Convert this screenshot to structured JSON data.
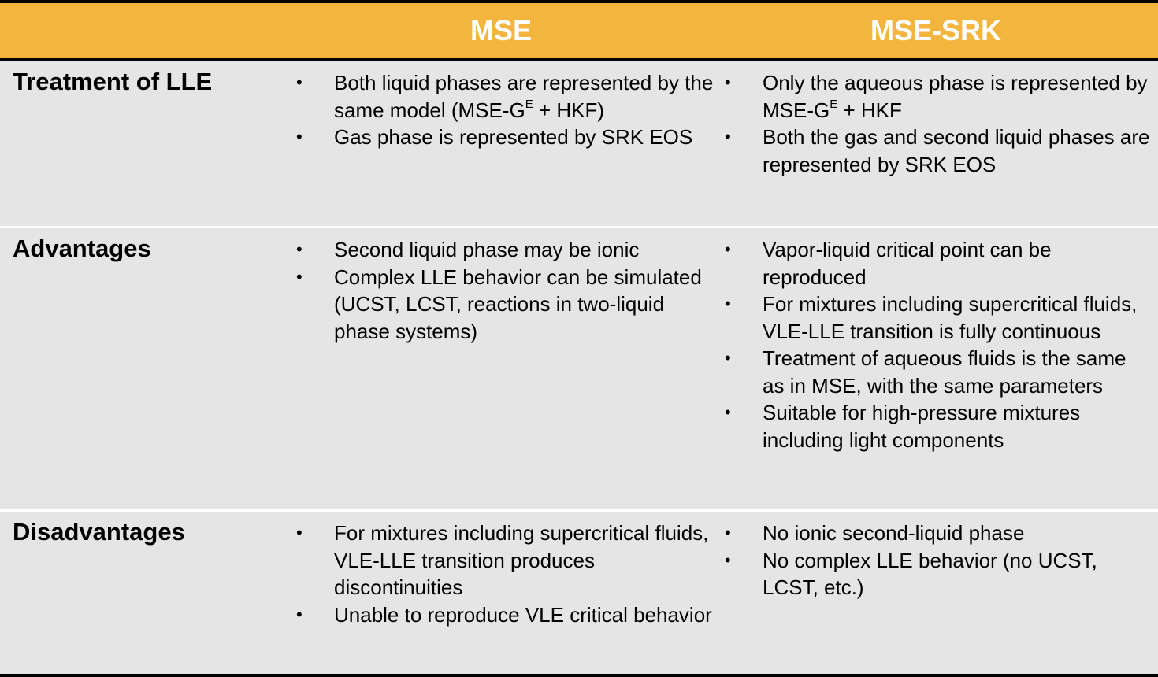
{
  "header": {
    "col1": "",
    "col2": "MSE",
    "col3": "MSE-SRK"
  },
  "rows": [
    {
      "label": "Treatment of LLE",
      "mse": [
        {
          "pre": "Both liquid phases are represented by the same model (MSE-G",
          "sup": "E",
          "post": " + HKF)"
        },
        {
          "pre": "Gas phase is represented by SRK EOS",
          "sup": "",
          "post": ""
        }
      ],
      "srk": [
        {
          "pre": "Only the aqueous phase is represented by MSE-G",
          "sup": "E",
          "post": " + HKF"
        },
        {
          "pre": "Both the gas and second liquid phases are represented by SRK EOS",
          "sup": "",
          "post": ""
        }
      ]
    },
    {
      "label": "Advantages",
      "mse": [
        {
          "pre": "Second liquid phase may be ionic",
          "sup": "",
          "post": ""
        },
        {
          "pre": "Complex LLE behavior can be simulated (UCST, LCST, reactions in two-liquid phase systems)",
          "sup": "",
          "post": ""
        }
      ],
      "srk": [
        {
          "pre": "Vapor-liquid critical point can be reproduced",
          "sup": "",
          "post": ""
        },
        {
          "pre": "For mixtures including supercritical fluids, VLE-LLE transition is fully continuous",
          "sup": "",
          "post": ""
        },
        {
          "pre": "Treatment of aqueous fluids is the same as in MSE, with the same parameters",
          "sup": "",
          "post": ""
        },
        {
          "pre": "Suitable for high-pressure mixtures including light components",
          "sup": "",
          "post": ""
        }
      ]
    },
    {
      "label": "Disadvantages",
      "mse": [
        {
          "pre": "For mixtures including supercritical fluids, VLE-LLE transition produces discontinuities",
          "sup": "",
          "post": ""
        },
        {
          "pre": "Unable to reproduce VLE critical behavior",
          "sup": "",
          "post": ""
        }
      ],
      "srk": [
        {
          "pre": "No ionic second-liquid phase",
          "sup": "",
          "post": ""
        },
        {
          "pre": "No complex LLE behavior (no UCST, LCST, etc.)",
          "sup": "",
          "post": ""
        }
      ]
    }
  ],
  "colors": {
    "header_bg": "#f3b53d",
    "header_text": "#ffffff",
    "row_bg": "#e5e5e5",
    "border": "#000000"
  }
}
